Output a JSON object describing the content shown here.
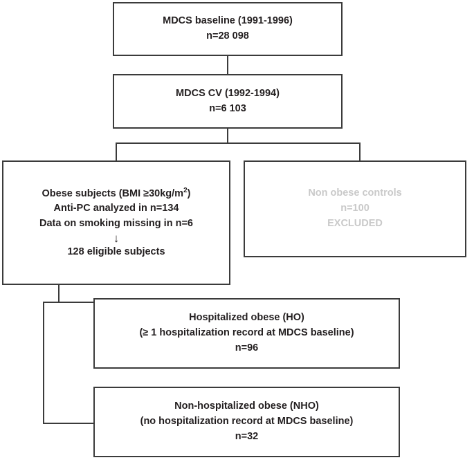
{
  "figure": {
    "type": "flowchart",
    "title": "MDCS study participant selection flowchart",
    "background_color": "#ffffff",
    "line_color": "#3b3b3b",
    "text_color": "#231f20",
    "excluded_text_color": "#c9c9c9"
  },
  "nodes": {
    "baseline": {
      "name": "mdcs-baseline",
      "lines": [
        "MDCS baseline (1991-1996)",
        "n=28 098"
      ]
    },
    "cv": {
      "name": "mdcs-cv",
      "lines": [
        "MDCS CV (1992-1994)",
        "n=6 103"
      ]
    },
    "obese": {
      "name": "obese-subjects",
      "line1_prefix": "Obese subjects (BMI ≥30kg/m",
      "line1_sup": "2",
      "line1_suffix": ")",
      "line2": "Anti-PC analyzed in n=134",
      "line3": "Data on smoking missing in n=6",
      "arrow": "↓",
      "line5": "128 eligible subjects"
    },
    "nonobese": {
      "name": "non-obese-controls-excluded",
      "lines": [
        "Non obese controls",
        "n=100",
        "EXCLUDED"
      ]
    },
    "ho": {
      "name": "hospitalized-obese",
      "lines": [
        "Hospitalized obese (HO)",
        "(≥ 1 hospitalization record at MDCS baseline)",
        "n=96"
      ]
    },
    "nho": {
      "name": "non-hospitalized-obese",
      "lines": [
        "Non-hospitalized obese (NHO)",
        "(no hospitalization record at MDCS baseline)",
        "n=32"
      ]
    }
  }
}
